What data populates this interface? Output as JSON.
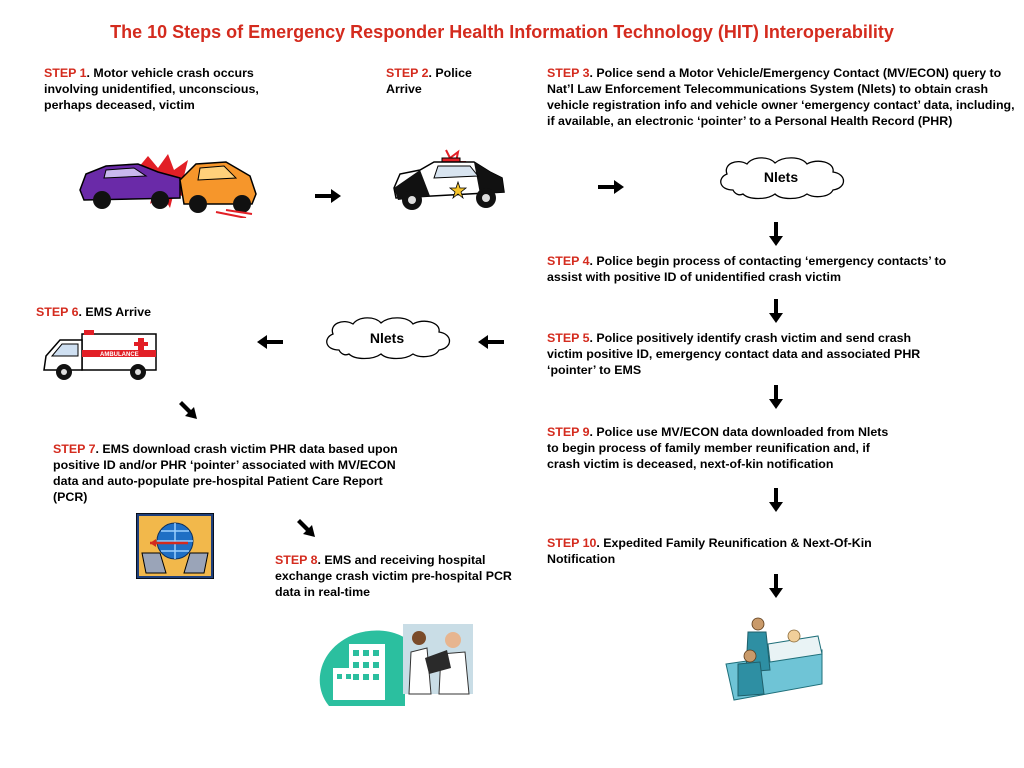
{
  "title": "The 10 Steps of Emergency Responder Health Information Technology (HIT) Interoperability",
  "colors": {
    "accent": "#d42b1e",
    "text": "#000000"
  },
  "steps": [
    {
      "label": "STEP 1",
      "text": ".  Motor vehicle crash occurs involving unidentified, unconscious, perhaps deceased, victim"
    },
    {
      "label": "STEP 2",
      "text": ".  Police Arrive"
    },
    {
      "label": "STEP 3",
      "text": ".  Police send a Motor Vehicle/Emergency Contact (MV/ECON) query to Nat’l Law Enforcement Telecommunications System (Nlets) to obtain crash vehicle registration info and vehicle owner ‘emergency contact’ data, including, if available, an electronic ‘pointer’ to a Personal Health Record (PHR)"
    },
    {
      "label": "STEP 4",
      "text": ".  Police begin process of contacting ‘emergency contacts’ to assist with positive ID of unidentified crash victim"
    },
    {
      "label": "STEP 5",
      "text": ".  Police positively identify crash victim and send crash victim positive ID, emergency contact data and associated PHR ‘pointer’ to EMS"
    },
    {
      "label": "STEP 6",
      "text": ".  EMS Arrive"
    },
    {
      "label": "STEP 7",
      "text": ".  EMS download crash victim PHR data based upon positive ID and/or PHR ‘pointer’ associated with MV/ECON data and auto-populate pre-hospital Patient Care Report (PCR)"
    },
    {
      "label": "STEP 8",
      "text": ".  EMS and receiving hospital exchange crash victim pre-hospital PCR data in real-time"
    },
    {
      "label": "STEP 9",
      "text": ".  Police use MV/ECON data downloaded from Nlets to begin process of family member reunification and, if crash victim is deceased, next-of-kin notification"
    },
    {
      "label": "STEP 10",
      "text": ".  Expedited Family Reunification & Next-Of-Kin Notification"
    }
  ],
  "clouds": {
    "top": "Nlets",
    "middle": "Nlets"
  },
  "images": {
    "crash": "car-crash-clipart",
    "police": "police-car-clipart",
    "ambulance": "ambulance-clipart",
    "data": "data-exchange-clipart",
    "hospital": "hospital-doctors-clipart",
    "family": "family-reunification-clipart"
  }
}
